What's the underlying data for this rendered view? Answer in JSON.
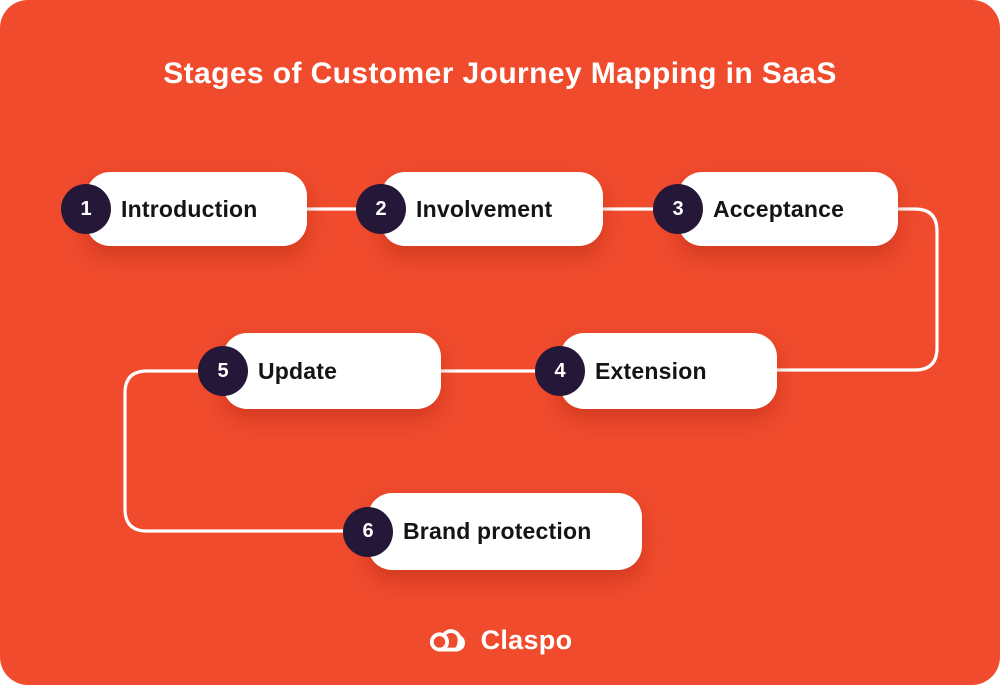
{
  "title": "Stages of Customer Journey Mapping in SaaS",
  "stages": [
    {
      "number": "1",
      "label": "Introduction"
    },
    {
      "number": "2",
      "label": "Involvement"
    },
    {
      "number": "3",
      "label": "Acceptance"
    },
    {
      "number": "4",
      "label": "Extension"
    },
    {
      "number": "5",
      "label": "Update"
    },
    {
      "number": "6",
      "label": "Brand protection"
    }
  ],
  "flow_order": [
    "Introduction",
    "Involvement",
    "Acceptance",
    "Extension",
    "Update",
    "Brand protection"
  ],
  "logo": {
    "brand": "Claspo"
  },
  "colors": {
    "background": "#F04B2D",
    "card": "#FFFFFF",
    "badge": "#251738",
    "text": "#141414",
    "connector": "#FFFFFF",
    "title": "#FFFFFF"
  }
}
